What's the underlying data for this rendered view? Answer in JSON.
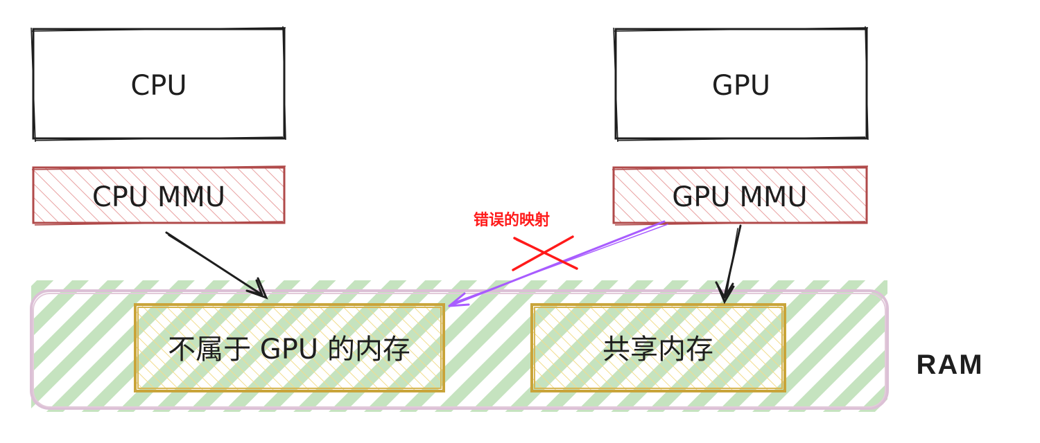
{
  "cpu": {
    "label": "CPU"
  },
  "gpu": {
    "label": "GPU"
  },
  "cpu_mmu": {
    "label": "CPU MMU"
  },
  "gpu_mmu": {
    "label": "GPU MMU"
  },
  "wrong_mapping": {
    "label": "错误的映射"
  },
  "non_gpu_memory": {
    "label": "不属于 GPU 的内存"
  },
  "shared_memory": {
    "label": "共享内存"
  },
  "ram": {
    "label": "RAM"
  },
  "colors": {
    "mmu_stroke": "#b04a4a",
    "mmu_hatch": "#e8a0a0",
    "ram_stroke": "#d8b8d0",
    "ram_hatch": "#b8dcb0",
    "mem_stroke": "#c9a43a",
    "mem_hatch": "#f0dc90",
    "wrong_arrow": "#a85cff",
    "error_mark": "#ff1a1a"
  }
}
